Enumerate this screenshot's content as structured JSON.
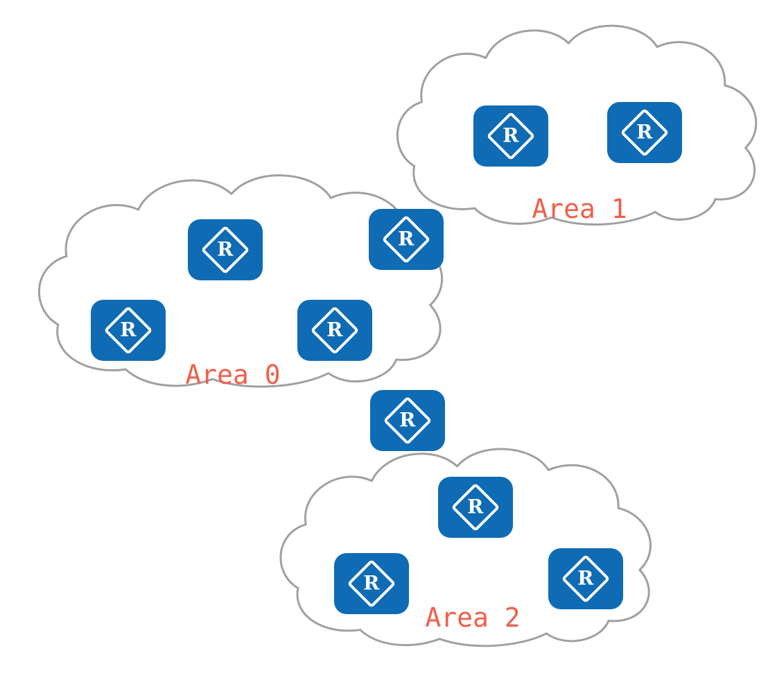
{
  "diagram": {
    "type": "network-topology",
    "areas": [
      {
        "id": "area-1",
        "label": "Area 1"
      },
      {
        "id": "area-0",
        "label": "Area 0"
      },
      {
        "id": "area-2",
        "label": "Area 2"
      }
    ],
    "router_glyph": "R",
    "colors": {
      "router_fill": "#0f6bb3",
      "cloud_stroke": "#a0a0a0",
      "label_color": "#f25e49",
      "background": "#ffffff"
    }
  }
}
